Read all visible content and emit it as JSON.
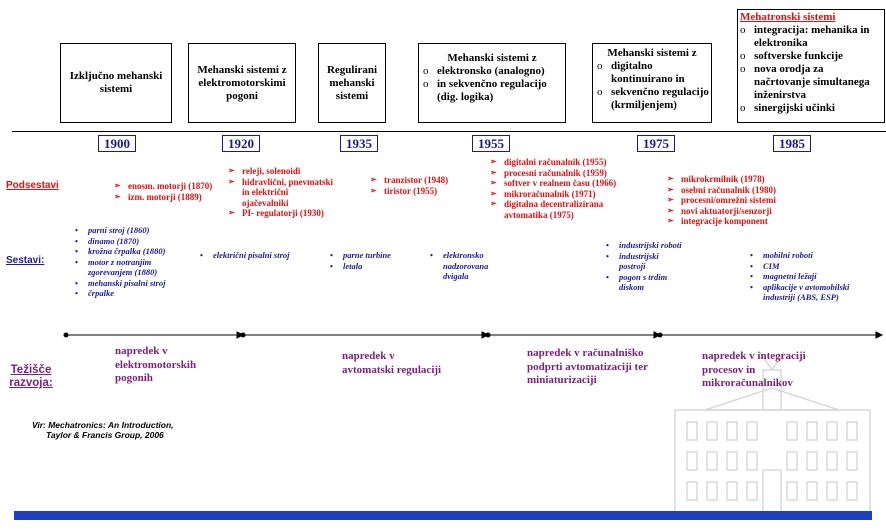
{
  "phases": [
    {
      "text": "Izključno mehanski sistemi"
    },
    {
      "text": "Mehanski sistemi z elektromotorskimi pogoni"
    },
    {
      "text": "Regulirani mehanski sistemi"
    },
    {
      "title": "Mehanski sistemi z",
      "items": [
        "elektronsko (analogno)",
        "in sekvenčno regulacijo (dig. logika)"
      ]
    },
    {
      "title": "Mehanski sistemi z",
      "items": [
        "digitalno kontinuirano in",
        "sekvenčno regulacijo (krmiljenjem)"
      ]
    },
    {
      "title": "Mehatronski sistemi",
      "items": [
        "integracija: mehanika in elektronika",
        "softverske funkcije",
        "nova orodja za načrtovanje simultanega inženirstva",
        "sinergijski učinki"
      ]
    }
  ],
  "bullet_o": "o",
  "years": [
    "1900",
    "1920",
    "1935",
    "1955",
    "1975",
    "1985"
  ],
  "labels": {
    "podsestavi": "Podsestavi",
    "sestavi": "Sestavi:",
    "tezisce": "Težišče razvoja:"
  },
  "arrow_glyph": "➢",
  "dot_glyph": "•",
  "subsystems": [
    [
      "enosm. motorji (1870)",
      "izm. motorji (1889)"
    ],
    [
      "releji, solenoidi",
      "hidravlični, pnevmatski in električni ojačevalniki",
      "PI- regulatorji (1930)"
    ],
    [
      "tranzistor (1948)",
      "tiristor (1955)"
    ],
    [
      "digitalni računalnik (1955)",
      "procesni računalnik (1959)",
      "softver v realnem času (1966)",
      "mikroračunalnik (1971)",
      "digitalna decentralizirana avtomatika (1975)"
    ],
    [
      "mikrokrmilnik (1978)",
      "osebni računalnik (1980)",
      "procesni/omrežni sistemi",
      "novi aktuatorji/senzorji",
      "integracije komponent"
    ]
  ],
  "systems": [
    [
      "parni stroj (1860)",
      "dinamo (1870)",
      "krožna črpalka (1880)",
      "motor z notranjim zgorevanjem (1880)",
      "mehanski pisalni stroj",
      "črpalke"
    ],
    [
      "električni pisalni stroj"
    ],
    [
      "parne turbine",
      "letala"
    ],
    [
      "elektronsko nadzorovana dvigala"
    ],
    [
      "industrijski roboti",
      "industrijski postroji",
      "pogon s trdim diskom"
    ],
    [
      "mobilni roboti",
      "CIM",
      "magnetni ležaji",
      "aplikacije v avtomobilski industriji (ABS, ESP)"
    ]
  ],
  "progress": [
    "napredek v elektromotorskih pogonih",
    "napredek v avtomatski regulaciji",
    "napredek v računalniško podprti avtomatizaciji ter miniaturizaciji",
    "napredek v integraciji procesov in mikroračunalnikov"
  ],
  "source": {
    "line1": "Vir: Mechatronics: An Introduction,",
    "line2": "Taylor & Francis Group, 2006"
  },
  "colors": {
    "red": "#e01010",
    "blue": "#1a1a9c",
    "purple": "#7b1f7b",
    "bottom_bar": "#1f3fbf"
  }
}
